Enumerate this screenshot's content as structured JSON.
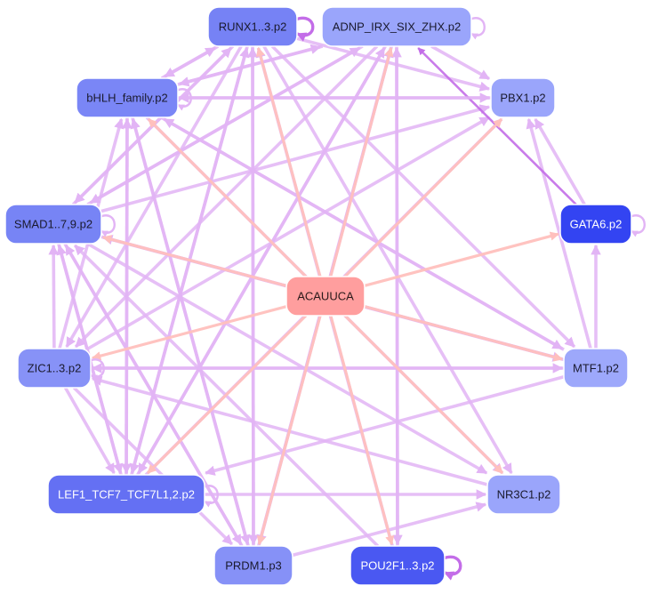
{
  "colors": {
    "edge_purple": "#e2b4f5",
    "edge_purple_strong": "#c36de8",
    "edge_pink": "#ffc0bd",
    "center_fill": "#ff9e9e",
    "node_stroke": "#ffffff"
  },
  "nodes": [
    {
      "id": "runx",
      "label": "RUNX1..3.p2",
      "fill": "#7682f5",
      "text": "#1a1a2e",
      "self_loop": "heavy"
    },
    {
      "id": "adnp",
      "label": "ADNP_IRX_SIX_ZHX.p2",
      "fill": "#9aa5fb",
      "text": "#1a1a2e",
      "self_loop": "light"
    },
    {
      "id": "bhlh",
      "label": "bHLH_family.p2",
      "fill": "#7a86f6",
      "text": "#1a1a2e",
      "self_loop": "light"
    },
    {
      "id": "pbx",
      "label": "PBX1.p2",
      "fill": "#9aa5fb",
      "text": "#1a1a2e",
      "self_loop": "none"
    },
    {
      "id": "smad",
      "label": "SMAD1..7,9.p2",
      "fill": "#7784f5",
      "text": "#1a1a2e",
      "self_loop": "light"
    },
    {
      "id": "gata",
      "label": "GATA6.p2",
      "fill": "#3344f2",
      "text": "#ffffff",
      "self_loop": "light"
    },
    {
      "id": "center",
      "label": "ACAUUCA",
      "fill": "#ff9e9e",
      "text": "#2a1a1a",
      "self_loop": "none"
    },
    {
      "id": "zic",
      "label": "ZIC1..3.p2",
      "fill": "#8792f7",
      "text": "#1a1a2e",
      "self_loop": "light"
    },
    {
      "id": "mtf",
      "label": "MTF1.p2",
      "fill": "#9da8fb",
      "text": "#1a1a2e",
      "self_loop": "none"
    },
    {
      "id": "lef",
      "label": "LEF1_TCF7_TCF7L1,2.p2",
      "fill": "#6470f3",
      "text": "#ffffff",
      "self_loop": "light"
    },
    {
      "id": "nr3c",
      "label": "NR3C1.p2",
      "fill": "#9aa5fb",
      "text": "#1a1a2e",
      "self_loop": "none"
    },
    {
      "id": "prdm",
      "label": "PRDM1.p3",
      "fill": "#8691f7",
      "text": "#1a1a2e",
      "self_loop": "none"
    },
    {
      "id": "pou",
      "label": "POU2F1..3.p2",
      "fill": "#4a58f2",
      "text": "#ffffff",
      "self_loop": "heavy"
    }
  ],
  "edges": [
    {
      "from": "center",
      "to": "runx",
      "kind": "pink"
    },
    {
      "from": "center",
      "to": "adnp",
      "kind": "pink"
    },
    {
      "from": "center",
      "to": "bhlh",
      "kind": "pink"
    },
    {
      "from": "center",
      "to": "pbx",
      "kind": "pink"
    },
    {
      "from": "center",
      "to": "smad",
      "kind": "pink"
    },
    {
      "from": "center",
      "to": "gata",
      "kind": "pink"
    },
    {
      "from": "center",
      "to": "zic",
      "kind": "pink"
    },
    {
      "from": "center",
      "to": "mtf",
      "kind": "pink"
    },
    {
      "from": "center",
      "to": "lef",
      "kind": "pink"
    },
    {
      "from": "center",
      "to": "nr3c",
      "kind": "pink"
    },
    {
      "from": "center",
      "to": "prdm",
      "kind": "pink"
    },
    {
      "from": "center",
      "to": "pou",
      "kind": "pink"
    },
    {
      "from": "runx",
      "to": "bhlh",
      "kind": "purple"
    },
    {
      "from": "runx",
      "to": "smad",
      "kind": "purple"
    },
    {
      "from": "runx",
      "to": "zic",
      "kind": "purple"
    },
    {
      "from": "runx",
      "to": "lef",
      "kind": "purple"
    },
    {
      "from": "runx",
      "to": "prdm",
      "kind": "purple"
    },
    {
      "from": "runx",
      "to": "pbx",
      "kind": "purple"
    },
    {
      "from": "runx",
      "to": "mtf",
      "kind": "purple"
    },
    {
      "from": "runx",
      "to": "nr3c",
      "kind": "purple"
    },
    {
      "from": "adnp",
      "to": "bhlh",
      "kind": "purple"
    },
    {
      "from": "adnp",
      "to": "smad",
      "kind": "purple"
    },
    {
      "from": "adnp",
      "to": "zic",
      "kind": "purple"
    },
    {
      "from": "adnp",
      "to": "lef",
      "kind": "purple"
    },
    {
      "from": "adnp",
      "to": "prdm",
      "kind": "purple"
    },
    {
      "from": "adnp",
      "to": "pbx",
      "kind": "purple"
    },
    {
      "from": "adnp",
      "to": "pou",
      "kind": "purple"
    },
    {
      "from": "bhlh",
      "to": "adnp",
      "kind": "purple"
    },
    {
      "from": "bhlh",
      "to": "runx",
      "kind": "purple"
    },
    {
      "from": "bhlh",
      "to": "pbx",
      "kind": "purple"
    },
    {
      "from": "bhlh",
      "to": "lef",
      "kind": "purple"
    },
    {
      "from": "bhlh",
      "to": "prdm",
      "kind": "purple"
    },
    {
      "from": "bhlh",
      "to": "mtf",
      "kind": "purple"
    },
    {
      "from": "bhlh",
      "to": "nr3c",
      "kind": "purple"
    },
    {
      "from": "smad",
      "to": "runx",
      "kind": "purple"
    },
    {
      "from": "smad",
      "to": "adnp",
      "kind": "purple"
    },
    {
      "from": "smad",
      "to": "pbx",
      "kind": "purple"
    },
    {
      "from": "smad",
      "to": "lef",
      "kind": "purple"
    },
    {
      "from": "smad",
      "to": "prdm",
      "kind": "purple"
    },
    {
      "from": "smad",
      "to": "mtf",
      "kind": "purple"
    },
    {
      "from": "smad",
      "to": "nr3c",
      "kind": "purple"
    },
    {
      "from": "zic",
      "to": "bhlh",
      "kind": "purple"
    },
    {
      "from": "zic",
      "to": "smad",
      "kind": "purple"
    },
    {
      "from": "zic",
      "to": "lef",
      "kind": "purple"
    },
    {
      "from": "zic",
      "to": "prdm",
      "kind": "purple"
    },
    {
      "from": "zic",
      "to": "mtf",
      "kind": "purple"
    },
    {
      "from": "zic",
      "to": "pbx",
      "kind": "purple"
    },
    {
      "from": "lef",
      "to": "runx",
      "kind": "purple"
    },
    {
      "from": "lef",
      "to": "adnp",
      "kind": "purple"
    },
    {
      "from": "lef",
      "to": "bhlh",
      "kind": "purple"
    },
    {
      "from": "lef",
      "to": "smad",
      "kind": "purple"
    },
    {
      "from": "lef",
      "to": "pbx",
      "kind": "purple"
    },
    {
      "from": "lef",
      "to": "nr3c",
      "kind": "purple"
    },
    {
      "from": "prdm",
      "to": "runx",
      "kind": "purple"
    },
    {
      "from": "prdm",
      "to": "bhlh",
      "kind": "purple"
    },
    {
      "from": "prdm",
      "to": "smad",
      "kind": "purple"
    },
    {
      "from": "prdm",
      "to": "adnp",
      "kind": "purple"
    },
    {
      "from": "prdm",
      "to": "nr3c",
      "kind": "purple"
    },
    {
      "from": "pou",
      "to": "runx",
      "kind": "purple"
    },
    {
      "from": "pou",
      "to": "adnp",
      "kind": "purple"
    },
    {
      "from": "pou",
      "to": "smad",
      "kind": "purple"
    },
    {
      "from": "mtf",
      "to": "gata",
      "kind": "purple"
    },
    {
      "from": "mtf",
      "to": "pbx",
      "kind": "purple"
    },
    {
      "from": "mtf",
      "to": "smad",
      "kind": "purple"
    },
    {
      "from": "mtf",
      "to": "zic",
      "kind": "purple"
    },
    {
      "from": "mtf",
      "to": "lef",
      "kind": "purple"
    },
    {
      "from": "mtf",
      "to": "bhlh",
      "kind": "purple"
    },
    {
      "from": "gata",
      "to": "pbx",
      "kind": "purple"
    },
    {
      "from": "gata",
      "to": "adnp",
      "kind": "purple_strong"
    },
    {
      "from": "nr3c",
      "to": "zic",
      "kind": "purple"
    },
    {
      "from": "pbx",
      "to": "bhlh",
      "kind": "purple"
    }
  ]
}
